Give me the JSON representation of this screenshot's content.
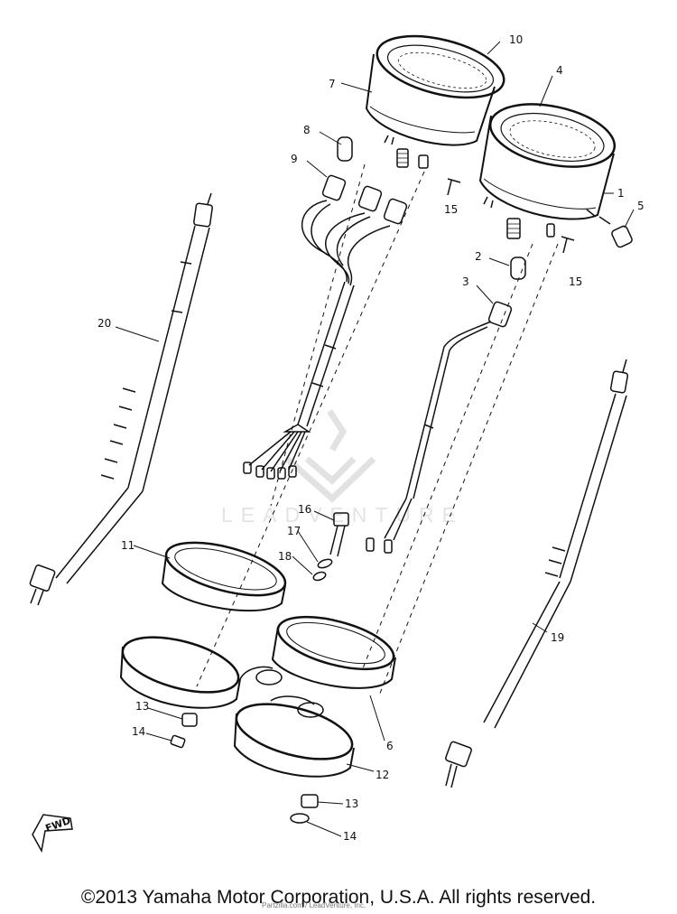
{
  "diagram": {
    "callouts": [
      "10",
      "7",
      "4",
      "8",
      "9",
      "15",
      "5",
      "1",
      "15",
      "2",
      "3",
      "20",
      "19",
      "16",
      "17",
      "18",
      "11",
      "13",
      "14",
      "6",
      "12",
      "13",
      "14"
    ],
    "fwd_label": "FWD",
    "watermark": "LEADVENTURE",
    "watermark_small": "Partzilla.com / LeadVenture, Inc."
  },
  "footer": {
    "copyright": "©2013 Yamaha Motor Corporation, U.S.A. All rights reserved."
  },
  "colors": {
    "ink": "#111111",
    "background": "#ffffff",
    "watermark": "#e4e4e4"
  }
}
